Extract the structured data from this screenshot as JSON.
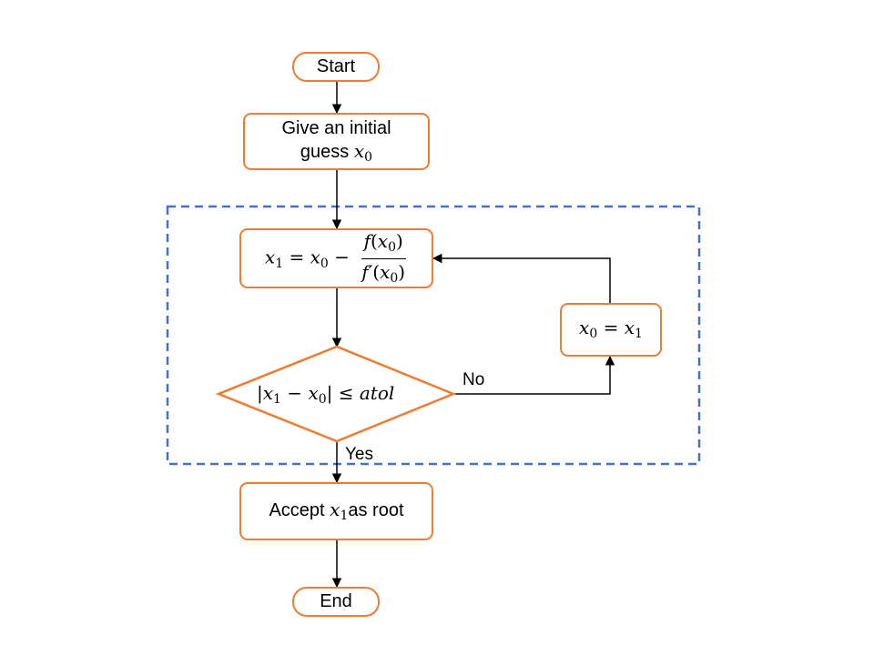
{
  "colors": {
    "node_border": "#ED7D31",
    "loop_border": "#4472C4",
    "arrow": "#000000"
  },
  "nodes": {
    "start": {
      "label": "Start"
    },
    "guess": {
      "line1": "Give an initial",
      "line2_prefix": "guess ",
      "var": "x",
      "sub": "0"
    },
    "update": {
      "lhs_var": "x",
      "lhs_sub": "1",
      "eq": " = ",
      "rhs_var": "x",
      "rhs_sub": "0",
      "minus": " − ",
      "num_fn": "f",
      "num_arg_var": "x",
      "num_arg_sub": "0",
      "den_fn": "f′",
      "den_arg_var": "x",
      "den_arg_sub": "0"
    },
    "check": {
      "bar": "|",
      "a_var": "x",
      "a_sub": "1",
      "minus": " − ",
      "b_var": "x",
      "b_sub": "0",
      "leq": " ≤ ",
      "tol": "atol"
    },
    "assign": {
      "lhs_var": "x",
      "lhs_sub": "0",
      "eq": " = ",
      "rhs_var": "x",
      "rhs_sub": "1"
    },
    "accept": {
      "prefix": "Accept ",
      "var": "x",
      "sub": "1",
      "suffix": "as root"
    },
    "end": {
      "label": "End"
    }
  },
  "edges": {
    "no_label": "No",
    "yes_label": "Yes"
  }
}
